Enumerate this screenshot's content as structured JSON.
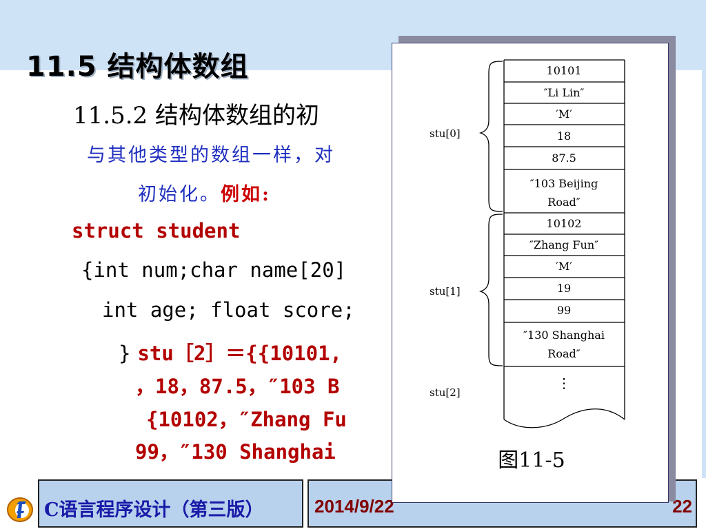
{
  "slide": {
    "title": "11.5 结构体数组",
    "subtitle": "11.5.2 结构体数组的初",
    "line1": "与其他类型的数组一样，对",
    "line2_a": "初始化。",
    "line2_b": "例如:"
  },
  "code": {
    "line1": "struct student",
    "line2": "{int num;char name[20]",
    "line3": "int age;  float score;",
    "line4_brace": "}",
    "line4_rest": "stu［2］＝{{10101,",
    "line5": "，18，87.5，″103 B",
    "line6": "{10102，″Zhang Fu",
    "line7": "99，″130 Shanghai"
  },
  "figure": {
    "cells": [
      "10101",
      "″Li Lin″",
      "′M′",
      "18",
      "87.5",
      "″103 Beijing",
      "Road″",
      "10102",
      "″Zhang Fun″",
      "′M′",
      "19",
      "99",
      "″130 Shanghai",
      "Road″",
      "⋮"
    ],
    "labels": [
      "stu[0]",
      "stu[1]",
      "stu[2]"
    ],
    "caption": "图11-5"
  },
  "footer": {
    "course": "C语言程序设计（第三版）",
    "date": "2014/9/22",
    "page": "22"
  },
  "colors": {
    "band": "#cfe3f7",
    "footer_box": "#b8d2ee",
    "blue_text": "#1f2fbf",
    "red_text": "#cc0000"
  }
}
